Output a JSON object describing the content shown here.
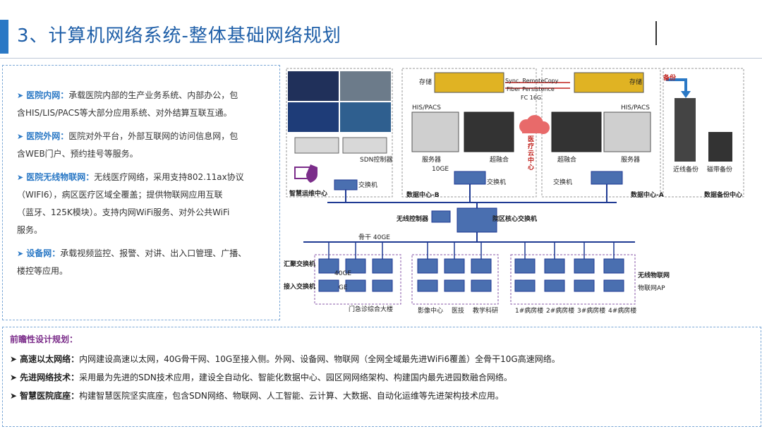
{
  "page": {
    "title": "3、计算机网络系统-整体基础网络规划"
  },
  "left": {
    "bullets": [
      {
        "head": "医院内网：",
        "line1": "承载医院内部的生产业务系统、内部办公，包",
        "line2": "含HIS/LIS/PACS等大部分应用系统、对外结算互联互通。"
      },
      {
        "head": "医院外网：",
        "line1": "医院对外平台，外部互联网的访问信息网，包",
        "line2": "含WEB门户、预约挂号等服务。"
      },
      {
        "head": "医院无线物联网：",
        "line1": "无线医疗网络，采用支持802.11ax协议",
        "line2": "（WIFI6），病区医疗区域全覆盖；提供物联网应用互联",
        "line3": "（蓝牙、125K模块）。支持内网WiFi服务、对外公共WiFi",
        "line4": "服务。"
      },
      {
        "head": "设备网：",
        "line1": "承载视频监控、报警、对讲、出入口管理、广播、",
        "line2": "楼控等应用。"
      }
    ]
  },
  "diagram": {
    "storage_left": "存储",
    "storage_right": "存储",
    "sync": "Sync. RemoteCopy",
    "fiber": "Fiber Persistence",
    "fc": "FC 16G",
    "backup_label": "备份",
    "his_pacs_left": "HIS/PACS",
    "his_pacs_right": "HIS/PACS",
    "sdn": "SDN控制器",
    "server_left": "服务器",
    "hyper_left": "超融合",
    "hyper_right": "超融合",
    "server_right": "服务器",
    "ge10": "10GE",
    "cloud_center": "医疗云中心",
    "nearline": "近线备份",
    "tape": "磁带备份",
    "ops_center": "智慧运维中心",
    "switch1": "交换机",
    "switch2": "交换机",
    "switch3": "交换机",
    "dc_b": "数据中心-B",
    "dc_a": "数据中心-A",
    "backup_center": "数据备份中心",
    "wireless_ctrl": "无线控制器",
    "core_switch": "院区核心交换机",
    "backbone": "骨干 40GE",
    "agg_switch": "汇聚交换机",
    "access_switch": "接入交换机",
    "ge40": "40GE",
    "ge": "GE",
    "wireless_iot": "无线物联网",
    "iot_ap": "物联网AP",
    "building_outpatient": "门急诊综合大楼",
    "building_imaging": "影像中心",
    "building_medtech": "医技",
    "building_teaching": "教学科研",
    "ward1": "1#病房楼",
    "ward2": "2#病房楼",
    "ward3": "3#病房楼",
    "ward4": "4#病房楼"
  },
  "bottom": {
    "heading": "前瞻性设计规划：",
    "rows": [
      {
        "head": "高速以太网络：",
        "text": "内网建设高速以太网，40G骨干网、10G至接入侧。外网、设备网、物联网（全网全域最先进WiFi6覆盖）全骨干10G高速网络。"
      },
      {
        "head": "先进网络技术：",
        "text": "采用最为先进的SDN技术应用，建设全自动化、智能化数据中心、园区网网络架构、构建国内最先进园数融合网络。"
      },
      {
        "head": "智慧医院底座：",
        "text": "构建智慧医院坚实底座，包含SDN网络、物联网、人工智能、云计算、大数据、自动化运维等先进架构技术应用。"
      }
    ]
  },
  "colors": {
    "accent": "#2a78c5",
    "title": "#1f5fa8",
    "red": "#c0221d",
    "purple": "#7b2d8a",
    "network_line": "#1f3a93"
  }
}
